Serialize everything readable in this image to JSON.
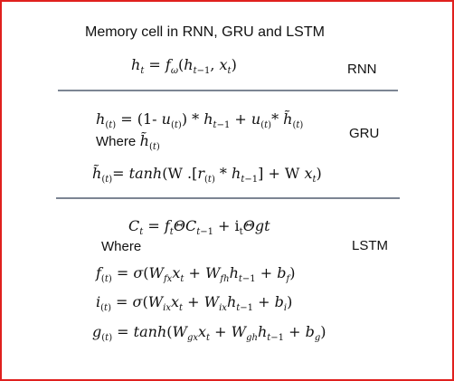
{
  "title": "Memory cell in RNN, GRU and LSTM",
  "sections": {
    "rnn": {
      "label": "RNN"
    },
    "gru": {
      "label": "GRU",
      "where": "Where"
    },
    "lstm": {
      "label": "LSTM",
      "where": "Where"
    }
  },
  "colors": {
    "border": "#e0201e",
    "divider": "#7c8593"
  }
}
